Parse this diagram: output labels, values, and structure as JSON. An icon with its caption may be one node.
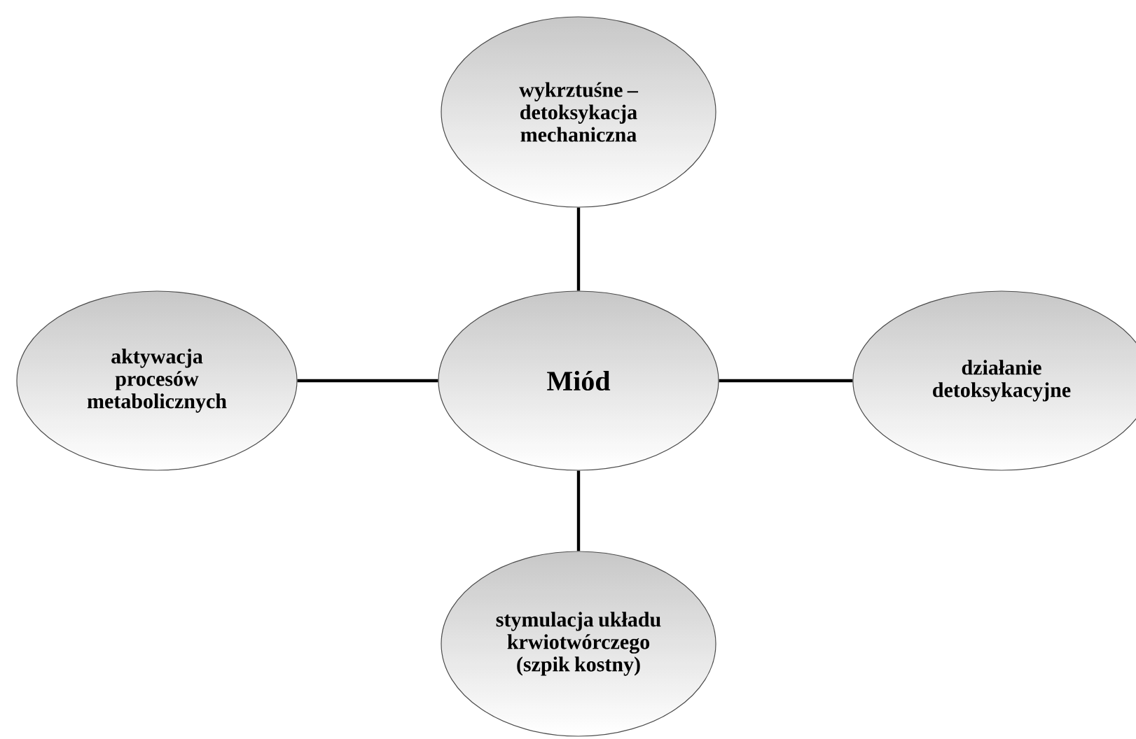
{
  "diagram": {
    "nodes": [
      {
        "text": [
          "wykrztuśne – detoksykacja mechaniczna"
        ]
      },
      {
        "text": [
          "aktywacja procesów metabolicznych"
        ]
      },
      {
        "text": [
          "Miód"
        ]
      },
      {
        "text": [
          "działanie detoksykacyjne"
        ]
      },
      {
        "text": [
          "stymulacja układu krwiotwórczego (szpik kostny)"
        ]
      }
    ],
    "edges": [
      {
        "from": 2,
        "to": 0,
        "arrow": "none"
      },
      {
        "from": 1,
        "to": 2,
        "arrow": "none"
      },
      {
        "from": 2,
        "to": 3,
        "arrow": "none"
      },
      {
        "from": 2,
        "to": 4,
        "arrow": "none"
      }
    ]
  }
}
